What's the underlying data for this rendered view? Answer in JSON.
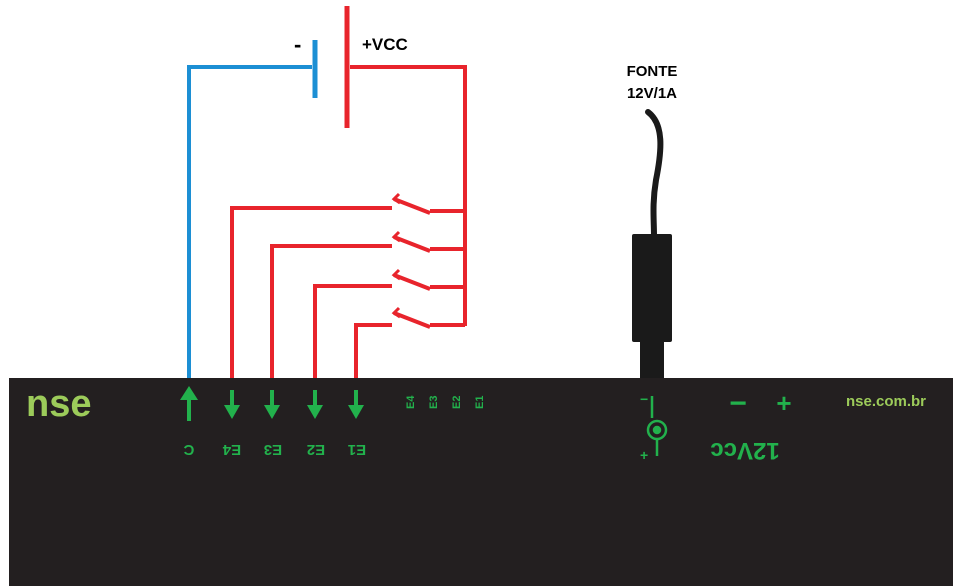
{
  "battery": {
    "minus_label": "-",
    "plus_label": "+VCC"
  },
  "power_supply": {
    "line1": "FONTE",
    "line2": "12V/1A"
  },
  "device": {
    "brand": "nse",
    "website": "nse.com.br",
    "terminals": [
      "C",
      "E4",
      "E3",
      "E2",
      "E1"
    ],
    "led_labels": [
      "E4",
      "E3",
      "E2",
      "E1"
    ],
    "power_label": "12Vcc",
    "power_minus": "−",
    "power_plus": "+",
    "jack_minus": "−",
    "jack_plus": "+"
  },
  "colors": {
    "wire_positive": "#e8242c",
    "wire_common": "#1c8fd4",
    "label_green": "#22b14c",
    "brand_green": "#9ccb5a",
    "device_body": "#231f20",
    "cable": "#1a1a1a"
  }
}
